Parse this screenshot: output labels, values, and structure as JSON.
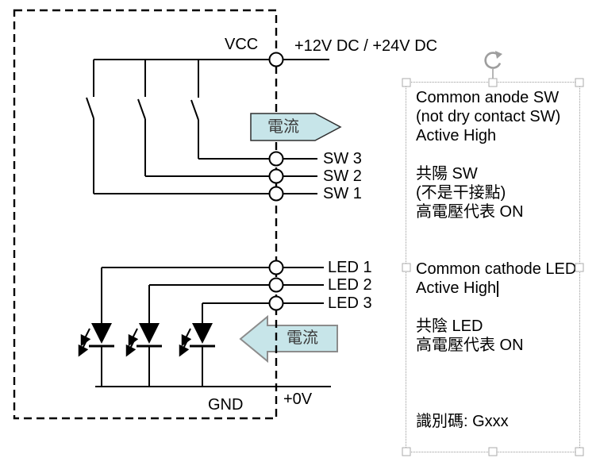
{
  "circuit": {
    "vcc_label": "VCC",
    "vcc_voltage": "+12V DC / +24V DC",
    "current_arrow_top_label": "電流",
    "current_arrow_bottom_label": "電流",
    "sw_labels": [
      "SW 3",
      "SW 2",
      "SW 1"
    ],
    "led_labels": [
      "LED 1",
      "LED 2",
      "LED 3"
    ],
    "gnd_label": "GND",
    "gnd_voltage": "+0V"
  },
  "note_box": {
    "lines": [
      "Common anode SW",
      "(not dry contact SW)",
      "Active High",
      "",
      "共陽 SW",
      "(不是干接點)",
      "高電壓代表 ON",
      "",
      "",
      "Common cathode LED",
      "Active High",
      "",
      "共陰 LED",
      "高電壓代表 ON",
      "",
      "",
      "",
      "識別碼: Gxxx"
    ]
  },
  "colors": {
    "arrow_fill": "#c7e5e9",
    "arrow_text": "#3a3a3a",
    "wire": "#000000",
    "note_border": "#9a9a9a",
    "handle_border": "#ababab"
  }
}
